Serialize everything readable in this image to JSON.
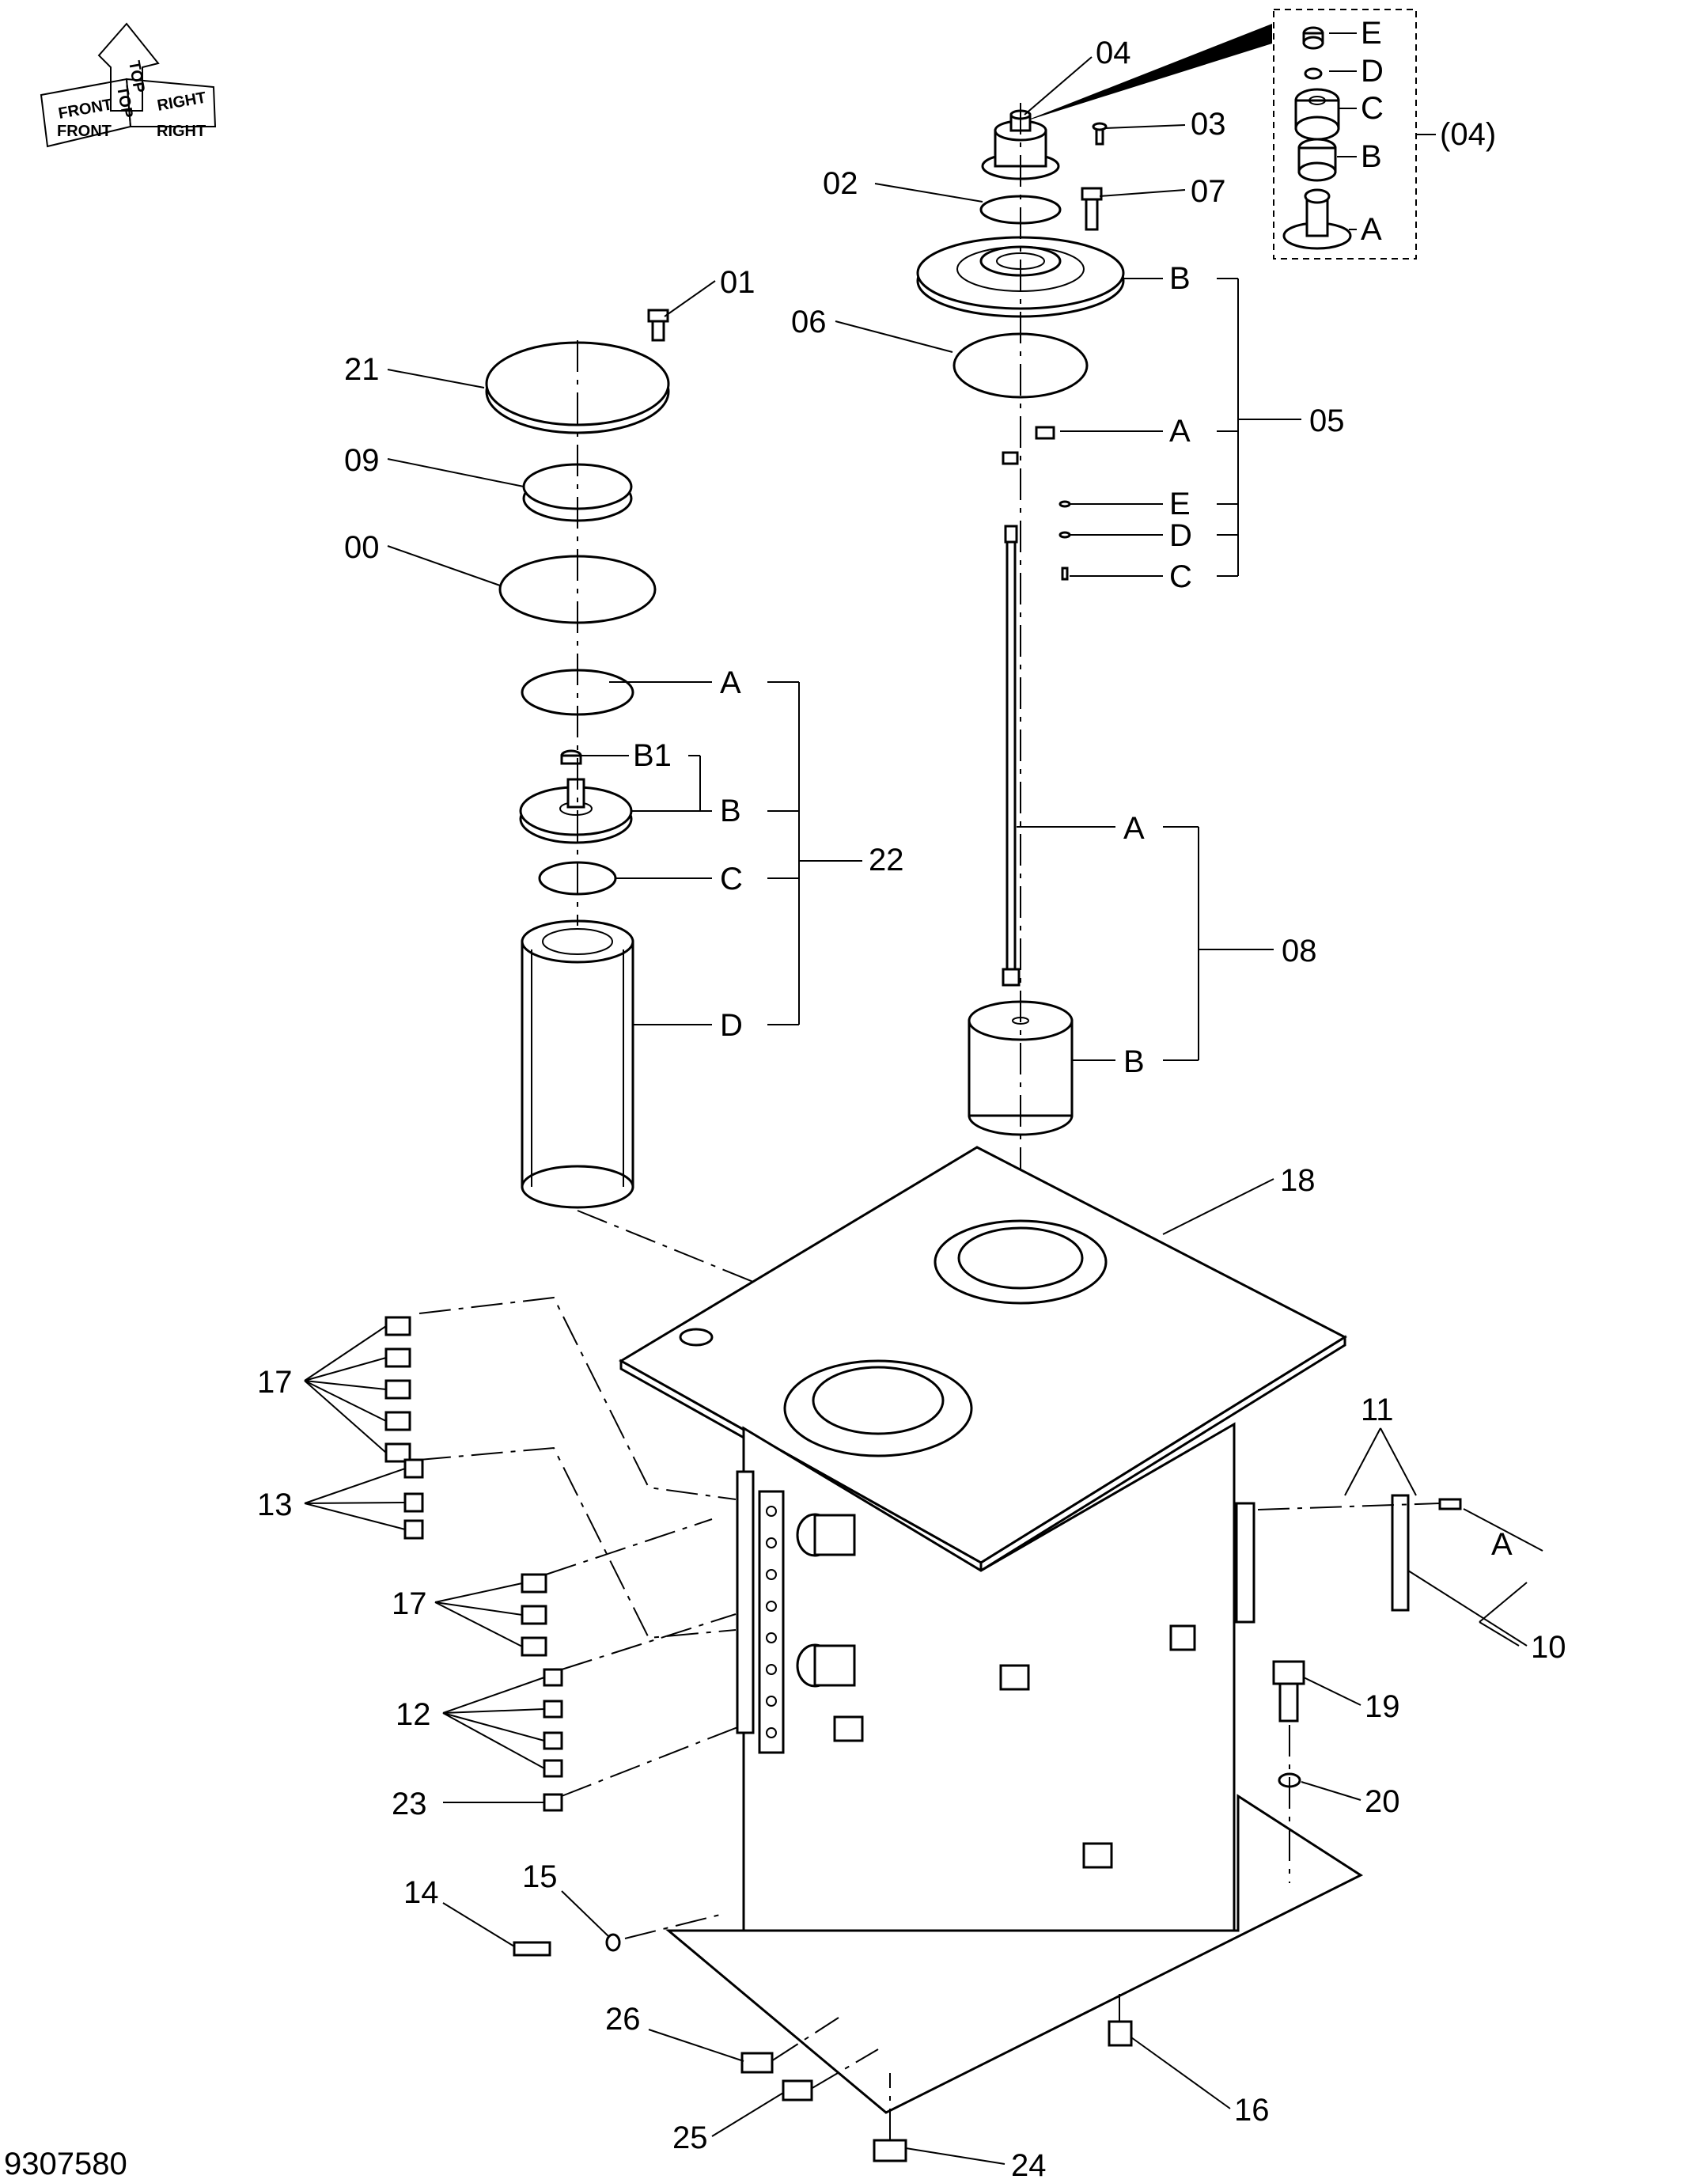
{
  "diagram": {
    "drawing_number": "9307580",
    "orientation_labels": [
      "FRONT",
      "TOP",
      "RIGHT",
      "FRONT",
      "TOP",
      "RIGHT"
    ],
    "labels": {
      "p04": "04",
      "p03": "03",
      "p02": "02",
      "p07": "07",
      "p01": "01",
      "p21": "21",
      "p06": "06",
      "p09": "09",
      "p00": "00",
      "p05": "05",
      "p22": "22",
      "p08": "08",
      "p18": "18",
      "p17a": "17",
      "p13": "13",
      "p11": "11",
      "p10": "10",
      "p17b": "17",
      "p12": "12",
      "p19": "19",
      "p23": "23",
      "p20": "20",
      "p14": "14",
      "p15": "15",
      "p26": "26",
      "p16": "16",
      "p25": "25",
      "p24": "24",
      "detail_ref": "(04)",
      "d_e": "E",
      "d_d": "D",
      "d_c": "C",
      "d_b": "B",
      "d_a": "A",
      "s5_b": "B",
      "s5_a": "A",
      "s5_e": "E",
      "s5_d": "D",
      "s5_c": "C",
      "s22_a": "A",
      "s22_b1": "B1",
      "s22_b": "B",
      "s22_c": "C",
      "s22_d": "D",
      "s8_a": "A",
      "s8_b": "B",
      "s10_a": "A"
    }
  }
}
